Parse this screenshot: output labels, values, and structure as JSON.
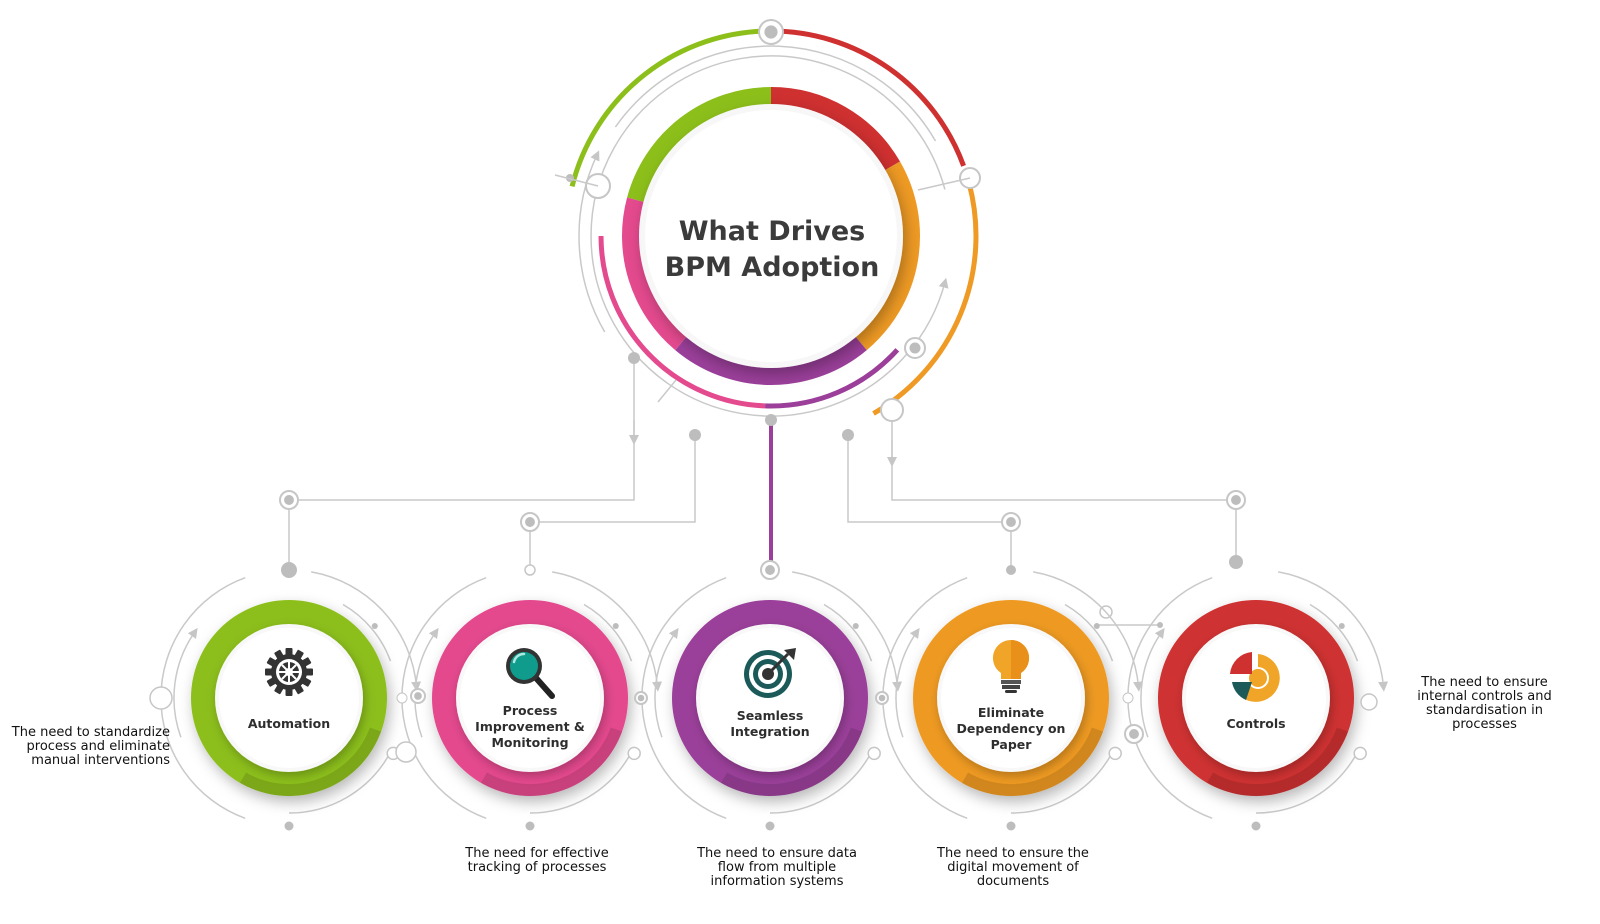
{
  "title": {
    "lines": [
      "What Drives",
      "BPM Adoption"
    ]
  },
  "colors": {
    "green": "#8cbf1a",
    "red": "#cf3030",
    "orange": "#ee9a24",
    "purple": "#9b3f9a",
    "pink": "#e44a8e",
    "connector": "#c9c9c9",
    "dot": "#bdbdbd"
  },
  "nodes": [
    {
      "id": "automation",
      "color": "#8cbf1a",
      "icon": "gear-icon",
      "label_lines": [
        "Automation"
      ],
      "description_lines": [
        "The need to standardize",
        "process and eliminate",
        "manual interventions"
      ]
    },
    {
      "id": "process-improvement",
      "color": "#e44a8e",
      "icon": "magnifier-icon",
      "label_lines": [
        "Process",
        "Improvement  &",
        "Monitoring"
      ],
      "description_lines": [
        "The need for effective",
        "tracking of processes"
      ]
    },
    {
      "id": "seamless-integration",
      "color": "#9b3f9a",
      "icon": "target-icon",
      "label_lines": [
        "Seamless",
        "Integration"
      ],
      "description_lines": [
        "The need to ensure data",
        "flow from multiple",
        "information systems"
      ]
    },
    {
      "id": "eliminate-paper",
      "color": "#ee9a24",
      "icon": "lightbulb-icon",
      "label_lines": [
        "Eliminate",
        "Dependency on",
        "Paper"
      ],
      "description_lines": [
        "The need to ensure the",
        "digital movement of",
        "documents"
      ]
    },
    {
      "id": "controls",
      "color": "#cf3030",
      "icon": "pie-chart-icon",
      "label_lines": [
        "Controls"
      ],
      "description_lines": [
        "The need to ensure",
        "internal controls and",
        "standardisation in",
        "processes"
      ]
    }
  ]
}
